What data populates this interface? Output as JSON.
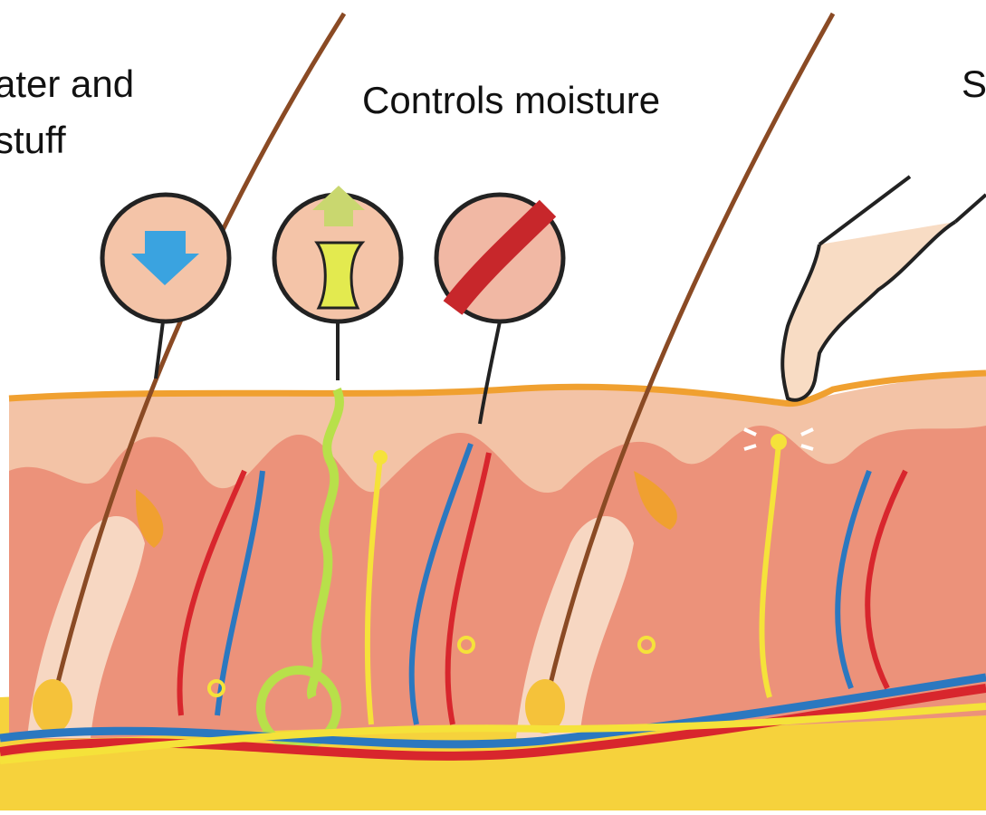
{
  "labels": {
    "left_line1": "ater and",
    "left_line2": "stuff",
    "center": "Controls moisture",
    "right": "S"
  },
  "colors": {
    "epidermis": "#f7c9ad",
    "dermis": "#f2c1a6",
    "papillae": "#e9826c",
    "surface_line": "#f0a030",
    "fat": "#f6d23c",
    "artery": "#d8262d",
    "vein": "#2b78c0",
    "nerve": "#f5e23a",
    "sweat_gland": "#b8e04a",
    "sebaceous": "#f0a030",
    "hair": "#8a4a24"
  },
  "icons": [
    "water-barrier-inset-icon",
    "sweat-pore-inset-icon",
    "blood-vessel-inset-icon",
    "pointing-finger-icon"
  ]
}
